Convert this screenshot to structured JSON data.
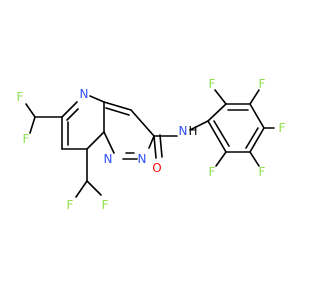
{
  "molecule": {
    "colors": {
      "bond": "#000000",
      "F": "#90e050",
      "N": "#3050f8",
      "O": "#ff0d0d"
    },
    "atoms": {
      "F_top_left": "F",
      "F_bottom_left": "F",
      "N_ring_upper": "N",
      "N_ring_bridge": "N",
      "N_ring_pyrazole": "N",
      "F_bottom_a": "F",
      "F_bottom_b": "F",
      "O_carbonyl": "O",
      "N_amide": "N",
      "H_amide": "H",
      "F_ar_top_left": "F",
      "F_ar_top_right": "F",
      "F_ar_right": "F",
      "F_ar_bottom_right": "F",
      "F_ar_bottom_left": "F"
    }
  }
}
